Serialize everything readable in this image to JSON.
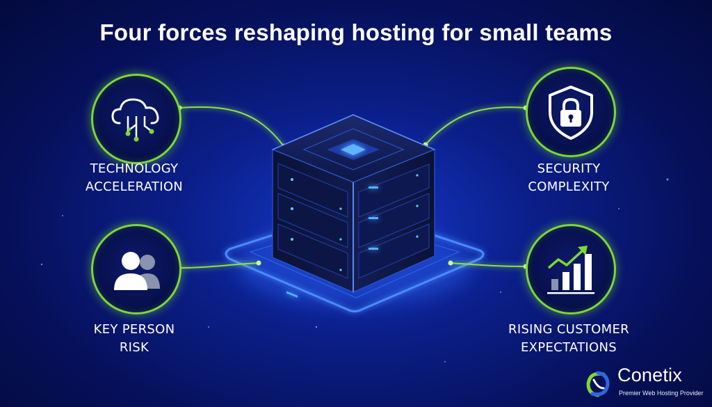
{
  "title": "Four forces reshaping hosting for small teams",
  "forces": {
    "technology": {
      "line1": "TECHNOLOGY",
      "line2": "ACCELERATION",
      "icon": "cloud-network-icon"
    },
    "security": {
      "line1": "SECURITY",
      "line2": "COMPLEXITY",
      "icon": "shield-lock-icon"
    },
    "key_person": {
      "line1": "KEY PERSON",
      "line2": "RISK",
      "icon": "people-icon"
    },
    "customer": {
      "line1": "RISING CUSTOMER",
      "line2": "EXPECTATIONS",
      "icon": "bar-chart-growth-icon"
    }
  },
  "center": {
    "icon": "server-cube-icon"
  },
  "brand": {
    "name": "Conetix",
    "tagline": "Premier Web Hosting Provider"
  },
  "colors": {
    "accent": "#7dd835",
    "glow_blue": "#3a7bff",
    "background": "#0b1f8a"
  }
}
